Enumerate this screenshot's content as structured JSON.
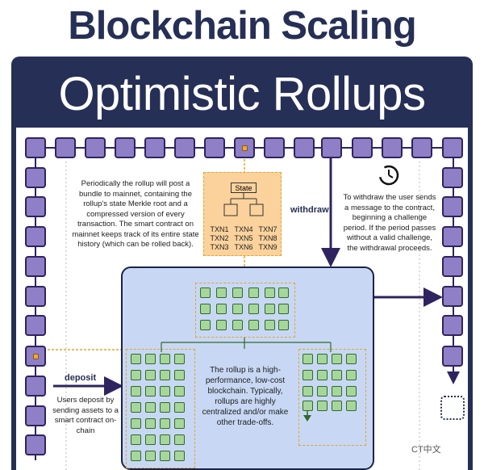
{
  "title": "Blockchain Scaling",
  "subtitle": "Optimistic Rollups",
  "post_text": "Periodically the rollup will post a bundle to mainnet, containing the rollup's state Merkle root and a compressed version of every transaction. The smart contract on mainnet keeps track of its entire state history (which can be rolled back).",
  "state_label": "State",
  "transactions": [
    "TXN1",
    "TXN4",
    "TXN7",
    "TXN2",
    "TXN5",
    "TXN8",
    "TXN3",
    "TXN6",
    "TXN9"
  ],
  "withdraw_label": "withdraw",
  "withdraw_text": "To withdraw the user sends a message to the contract, beginning a challenge period. If the period passes without a valid challenge, the withdrawal proceeds.",
  "deposit_label": "deposit",
  "deposit_text": "Users deposit by sending assets to a smart contract on-chain",
  "rollup_text": "The rollup is a high-performance, low-cost blockchain. Typically, rollups are highly centralized and/or make other trade-offs.",
  "watermark": "CT中文",
  "colors": {
    "mainnet_block": "#8f7fc6",
    "rollup_block": "#a7d69b",
    "rollup_background": "#c8d8f4",
    "bundle": "#fbd29c",
    "title": "#262f55"
  }
}
